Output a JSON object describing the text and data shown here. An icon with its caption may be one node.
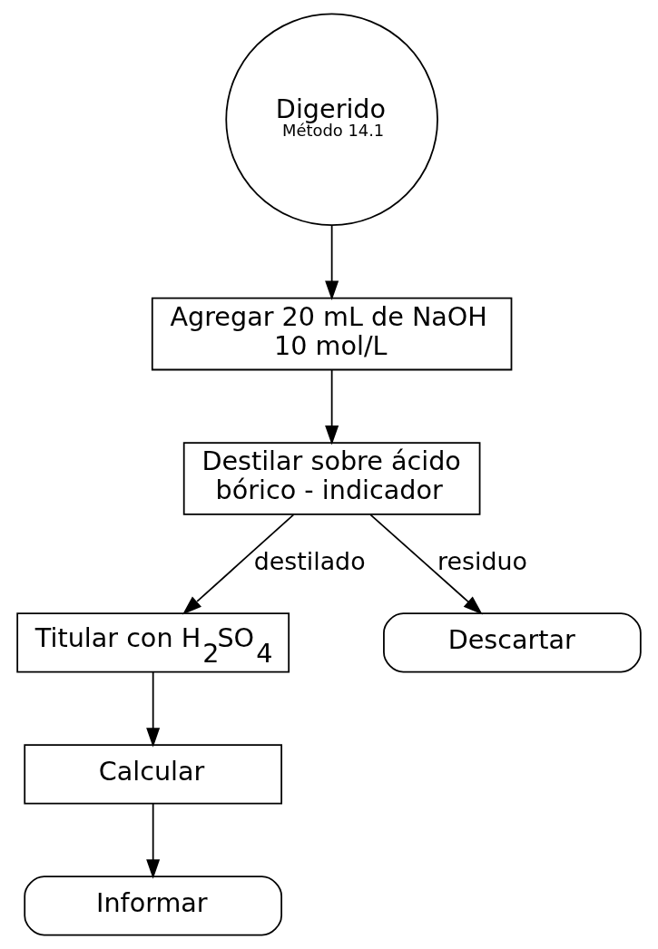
{
  "diagram": {
    "nodes": [
      {
        "text": [
          "Digerido",
          "Método 14.1"
        ]
      },
      {
        "text": [
          "Agregar 20 mL de NaOH 10 mol/L"
        ]
      },
      {
        "text": [
          "Destilar sobre ácido bórico - indicador"
        ]
      },
      {
        "text": [
          "Titular con H$_{2}$SO$_{4}$"
        ]
      },
      {
        "text": [
          "Descartar"
        ]
      },
      {
        "text": [
          "Calcular"
        ]
      },
      {
        "text": [
          "Informar"
        ]
      }
    ],
    "edges": [
      {
        "from": 0,
        "to": 1,
        "arrow": "to"
      },
      {
        "from": 1,
        "to": 2,
        "arrow": "to"
      },
      {
        "from": 2,
        "to": 3,
        "arrow": "to",
        "label": "destilado"
      },
      {
        "from": 2,
        "to": 4,
        "arrow": "to",
        "label": "residuo"
      },
      {
        "from": 3,
        "to": 5,
        "arrow": "to"
      },
      {
        "from": 5,
        "to": 6,
        "arrow": "to"
      }
    ]
  }
}
